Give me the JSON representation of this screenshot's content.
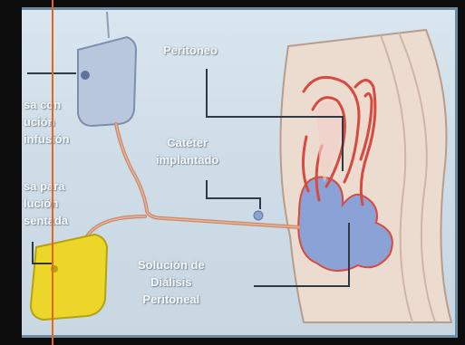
{
  "labels": {
    "bag_infusion": "sa con\nución\ninfusión",
    "bag_drain": "sa para\nlución\nsentada",
    "peritoneum": "Peritoneo",
    "catheter": "Catéter\nimplantado",
    "dialysis_solution": "Solución de\nDiálisis\nPeritoneal"
  },
  "colors": {
    "background": "#0c0c0c",
    "panel": "#d4e1eb",
    "frame": "#6c8aa1",
    "infusion_bag": "#b9c7dd",
    "drain_bag": "#ecd62a",
    "tube": "#c98b6b",
    "tissue_red": "#d8493f",
    "fluid_blue": "#8aa2d6",
    "marker": "#e8641c"
  }
}
